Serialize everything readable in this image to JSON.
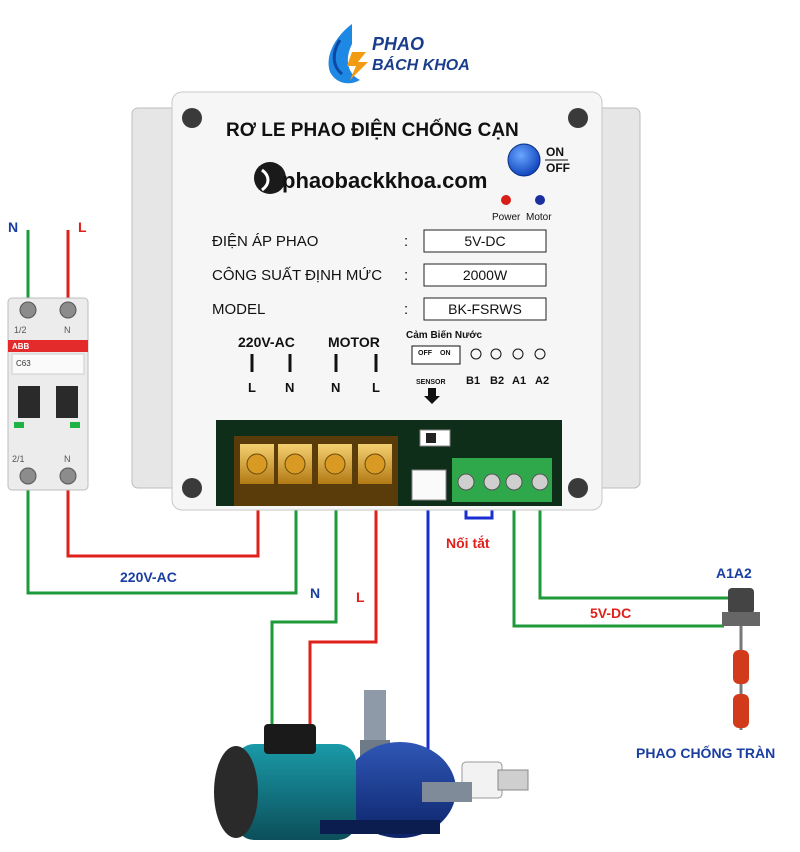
{
  "brand": {
    "line1": "PHAO",
    "line2": "BÁCH KHOA",
    "colors": {
      "blue": "#1a3e8c",
      "orange": "#f39c12"
    }
  },
  "device": {
    "title": "RƠ LE PHAO ĐIỆN CHỐNG CẠN",
    "website": "phaobackkhoa.com",
    "switch": {
      "on": "ON",
      "off": "OFF"
    },
    "indicators": [
      {
        "label": "Power",
        "color": "#d91e18"
      },
      {
        "label": "Motor",
        "color": "#1a2fa0"
      }
    ],
    "specs": [
      {
        "label": "ĐIỆN ÁP PHAO",
        "sep": ":",
        "value": "5V-DC"
      },
      {
        "label": "CÔNG SUẤT ĐỊNH MỨC",
        "sep": ":",
        "value": "2000W"
      },
      {
        "label": "MODEL",
        "sep": ":",
        "value": "BK-FSRWS"
      }
    ],
    "terminals": {
      "power_title": "220V-AC",
      "motor_title": "MOTOR",
      "power_pins": [
        "L",
        "N"
      ],
      "motor_pins": [
        "N",
        "L"
      ]
    },
    "sensor": {
      "title": "Cảm Biến Nước",
      "switch_off": "OFF",
      "switch_on": "ON",
      "label": "SENSOR",
      "pins": [
        "B1",
        "B2",
        "A1",
        "A2"
      ]
    }
  },
  "breaker": {
    "top_left": "1/2",
    "top_right": "N",
    "bottom_left": "2/1",
    "bottom_right": "N",
    "brand": "ABB",
    "model": "C63"
  },
  "wiring": {
    "neutral": "N",
    "live": "L",
    "supply_label": "220V-AC",
    "motor_n": "N",
    "motor_l": "L",
    "short_label": "Nối tắt",
    "float_voltage": "5V-DC",
    "float_terminal": "A1A2",
    "float_name": "PHAO CHỐNG TRÀN",
    "colors": {
      "green": "#1f9a3a",
      "red": "#e0201a",
      "blue": "#1a2fd0",
      "labelBlue": "#1a3ea0",
      "labelRed": "#e0201a"
    }
  }
}
